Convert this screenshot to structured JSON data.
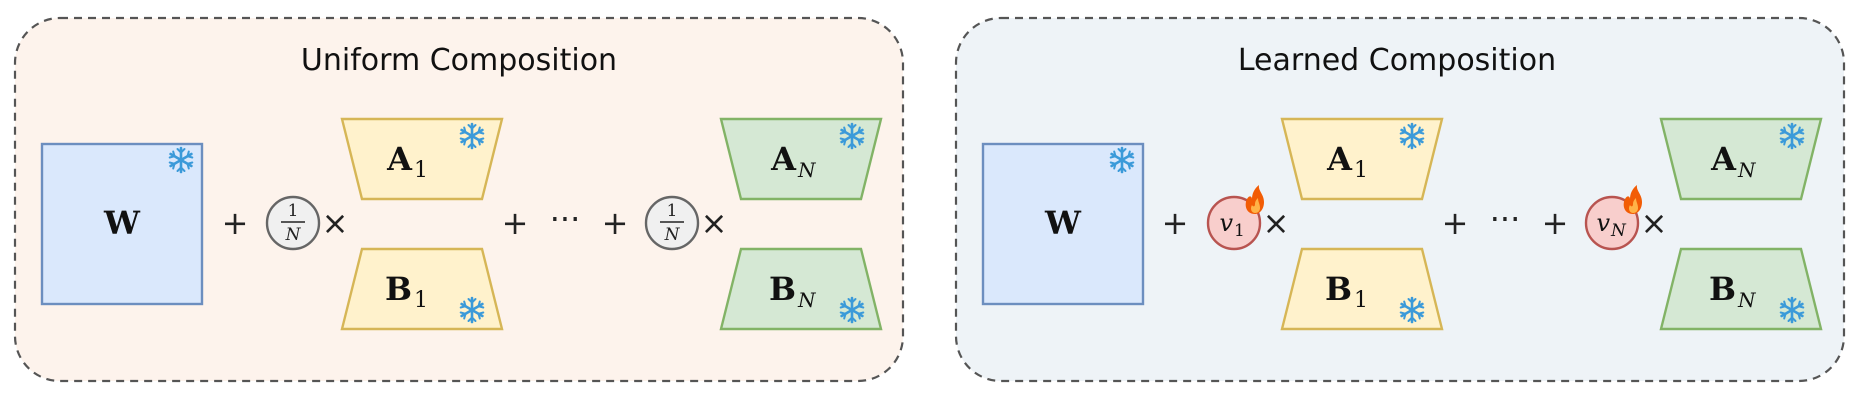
{
  "panels": {
    "uniform": {
      "title": "Uniform Composition",
      "background": "#fdf3ec",
      "coefficient": {
        "numerator": "1",
        "denominator": "N"
      }
    },
    "learned": {
      "title": "Learned Composition",
      "background": "#eef3f7",
      "coefficient": {
        "first": "v",
        "first_sub": "1",
        "last": "v",
        "last_sub": "N"
      }
    }
  },
  "matrices": {
    "w_label": "W",
    "a_label": "A",
    "b_label": "B",
    "first_sub": "1",
    "last_sub": "N"
  },
  "operators": {
    "plus": "+",
    "times": "×",
    "ellipsis": "···"
  },
  "colors": {
    "w_fill": "#dae8fc",
    "w_stroke": "#6c8ebf",
    "lora1_fill": "#fff2cc",
    "lora1_stroke": "#d6b656",
    "loraN_fill": "#d5e8d4",
    "loraN_stroke": "#82b366",
    "frozen_icon": "#3b9ad9",
    "trainable_fill": "#f8cecc",
    "trainable_stroke": "#b85450",
    "flame": "#f25c05",
    "dashed_border": "#555555"
  },
  "icons": {
    "frozen": "snowflake-icon",
    "trainable": "flame-icon"
  }
}
